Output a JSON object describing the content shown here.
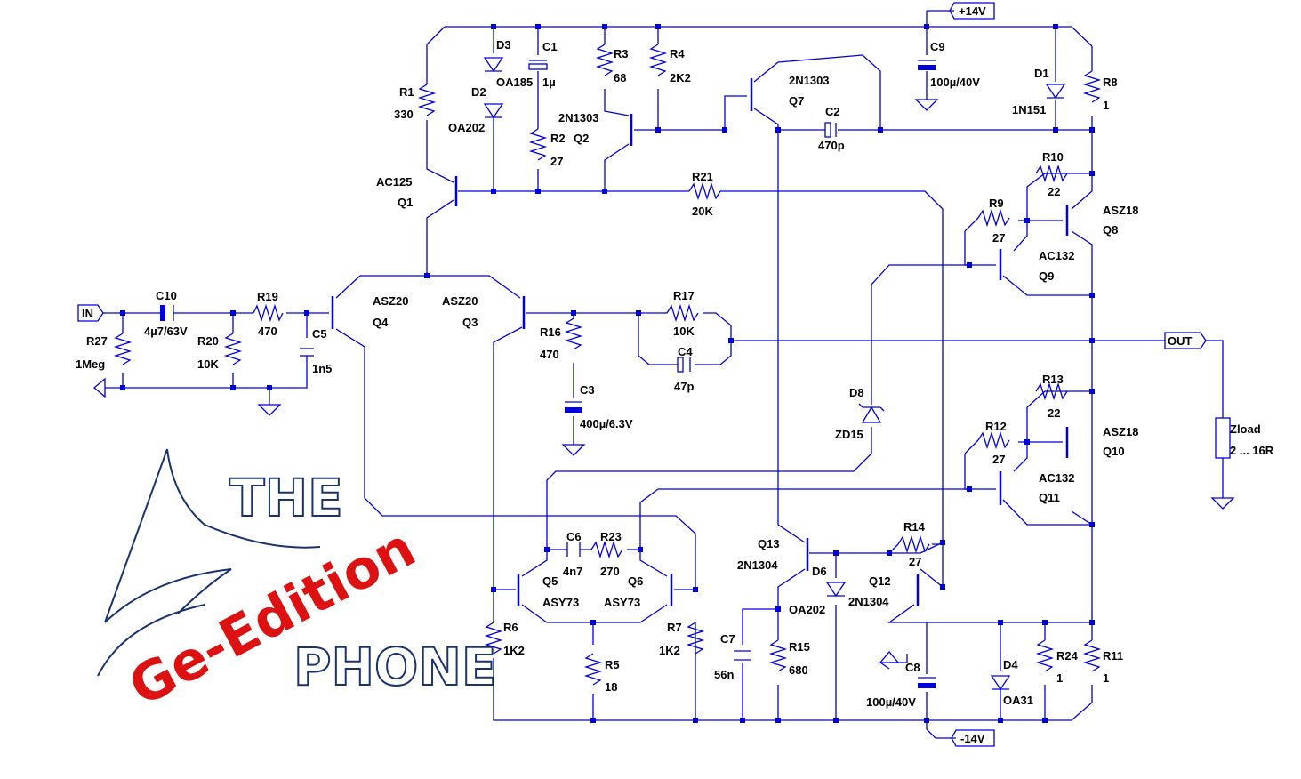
{
  "ports": {
    "vpos": "+14V",
    "vneg": "-14V",
    "in": "IN",
    "out": "OUT"
  },
  "logo": {
    "word1": "THE",
    "word2": "PHONE",
    "overlay": "Ge-Edition"
  },
  "parts": {
    "R1": {
      "ref": "R1",
      "val": "330"
    },
    "R2": {
      "ref": "R2",
      "val": "27"
    },
    "R3": {
      "ref": "R3",
      "val": "68"
    },
    "R4": {
      "ref": "R4",
      "val": "2K2"
    },
    "R5": {
      "ref": "R5",
      "val": "18"
    },
    "R6": {
      "ref": "R6",
      "val": "1K2"
    },
    "R7": {
      "ref": "R7",
      "val": "1K2"
    },
    "R8": {
      "ref": "R8",
      "val": "1"
    },
    "R9": {
      "ref": "R9",
      "val": "27"
    },
    "R10": {
      "ref": "R10",
      "val": "22"
    },
    "R11": {
      "ref": "R11",
      "val": "1"
    },
    "R12": {
      "ref": "R12",
      "val": "27"
    },
    "R13": {
      "ref": "R13",
      "val": "22"
    },
    "R14": {
      "ref": "R14",
      "val": "27"
    },
    "R15": {
      "ref": "R15",
      "val": "680"
    },
    "R16": {
      "ref": "R16",
      "val": "470"
    },
    "R17": {
      "ref": "R17",
      "val": "10K"
    },
    "R19": {
      "ref": "R19",
      "val": "470"
    },
    "R20": {
      "ref": "R20",
      "val": "10K"
    },
    "R21": {
      "ref": "R21",
      "val": "20K"
    },
    "R23": {
      "ref": "R23",
      "val": "270"
    },
    "R24": {
      "ref": "R24",
      "val": "1"
    },
    "R27": {
      "ref": "R27",
      "val": "1Meg"
    },
    "C1": {
      "ref": "C1",
      "val": "1µ"
    },
    "C2": {
      "ref": "C2",
      "val": "470p"
    },
    "C3": {
      "ref": "C3",
      "val": "400µ/6.3V"
    },
    "C4": {
      "ref": "C4",
      "val": "47p"
    },
    "C5": {
      "ref": "C5",
      "val": "1n5"
    },
    "C6": {
      "ref": "C6",
      "val": "4n7"
    },
    "C7": {
      "ref": "C7",
      "val": "56n"
    },
    "C8": {
      "ref": "C8",
      "val": "100µ/40V"
    },
    "C9": {
      "ref": "C9",
      "val": "100µ/40V"
    },
    "C10": {
      "ref": "C10",
      "val": "4µ7/63V"
    },
    "D1": {
      "ref": "D1",
      "val": "1N151"
    },
    "D2": {
      "ref": "D2",
      "val": "OA202"
    },
    "D3": {
      "ref": "D3",
      "val": "OA185"
    },
    "D4": {
      "ref": "D4",
      "val": "OA31"
    },
    "D6": {
      "ref": "D6",
      "val": "OA202"
    },
    "D8": {
      "ref": "D8",
      "val": "ZD15"
    },
    "Q1": {
      "ref": "Q1",
      "val": "AC125"
    },
    "Q2": {
      "ref": "Q2",
      "val": "2N1303"
    },
    "Q3": {
      "ref": "Q3",
      "val": "ASZ20"
    },
    "Q4": {
      "ref": "Q4",
      "val": "ASZ20"
    },
    "Q5": {
      "ref": "Q5",
      "val": "ASY73"
    },
    "Q6": {
      "ref": "Q6",
      "val": "ASY73"
    },
    "Q7": {
      "ref": "Q7",
      "val": "2N1303"
    },
    "Q8": {
      "ref": "Q8",
      "val": "ASZ18"
    },
    "Q9": {
      "ref": "Q9",
      "val": "AC132"
    },
    "Q10": {
      "ref": "Q10",
      "val": "ASZ18"
    },
    "Q11": {
      "ref": "Q11",
      "val": "AC132"
    },
    "Q12": {
      "ref": "Q12",
      "val": "2N1304"
    },
    "Q13": {
      "ref": "Q13",
      "val": "2N1304"
    },
    "Zload": {
      "ref": "Zload",
      "val": "2 ... 16R"
    }
  },
  "colors": {
    "wire": "#0000dd",
    "logo_outline": "#1a3370",
    "overlay": "#dd1111"
  }
}
